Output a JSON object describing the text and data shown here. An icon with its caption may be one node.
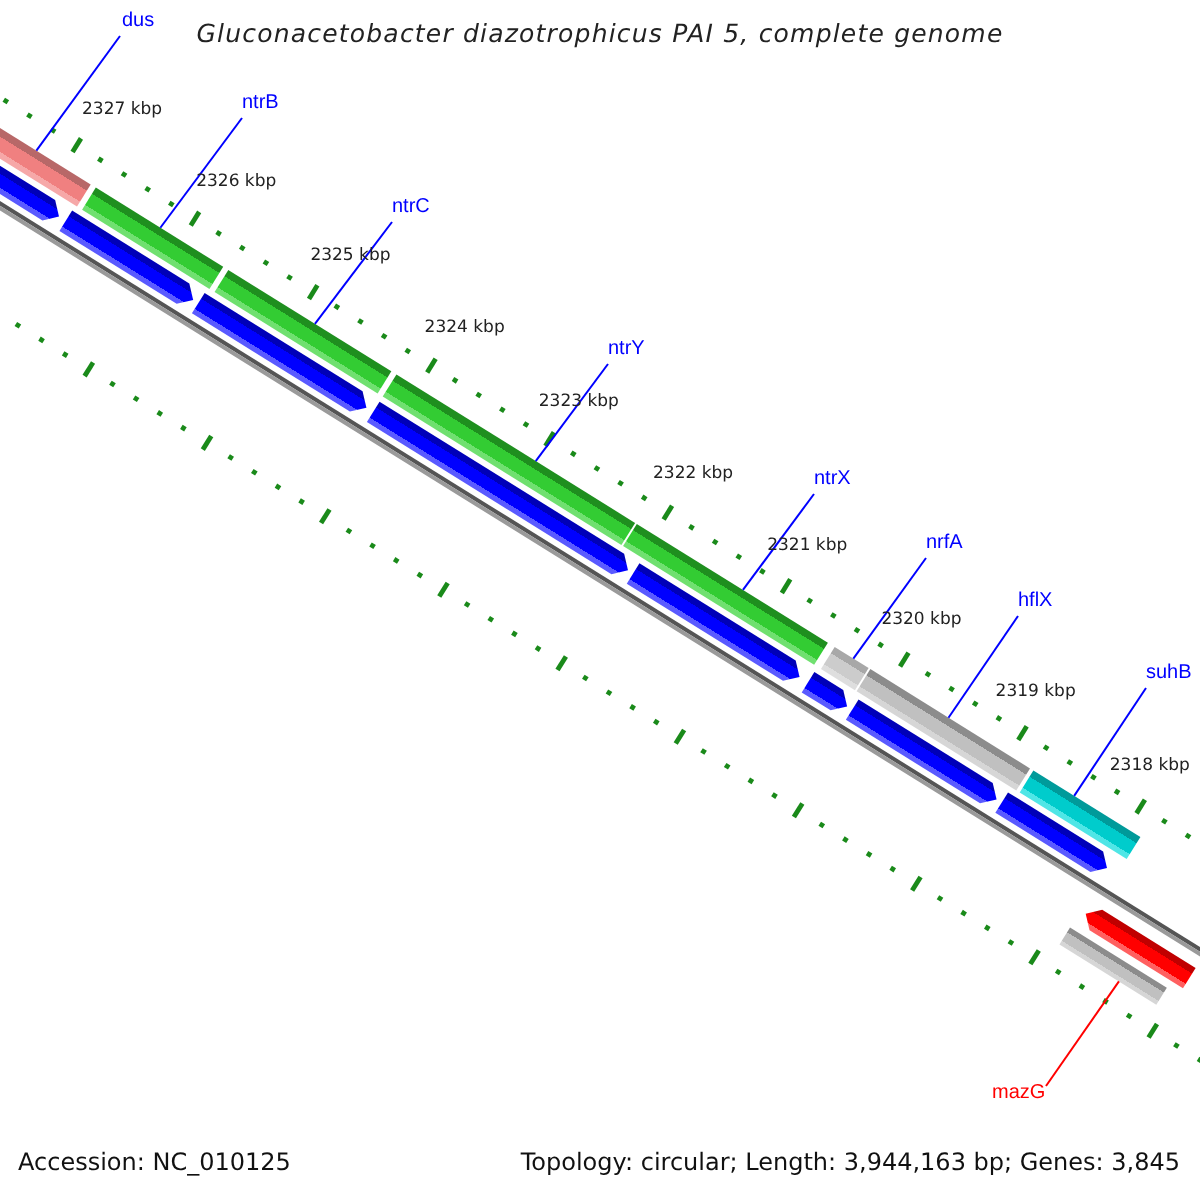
{
  "diagram": {
    "title": "Gluconacetobacter diazotrophicus PAI 5, complete genome",
    "nodes": [
      {
        "text": [
          "dus"
        ]
      },
      {
        "text": [
          "ntrB"
        ]
      },
      {
        "text": [
          "ntrC"
        ]
      },
      {
        "text": [
          "ntrY"
        ]
      },
      {
        "text": [
          "ntrX"
        ]
      },
      {
        "text": [
          "nrfA"
        ]
      },
      {
        "text": [
          "hflX"
        ]
      },
      {
        "text": [
          "suhB"
        ]
      },
      {
        "text": [
          "mazG"
        ]
      },
      {
        "text": [],
        "shape": "bar"
      },
      {
        "text": [],
        "shape": "bar"
      },
      {
        "text": [],
        "shape": "bar"
      },
      {
        "text": [],
        "shape": "bar"
      },
      {
        "text": [],
        "shape": "bar"
      },
      {
        "text": [],
        "shape": "bar"
      },
      {
        "text": [],
        "shape": "bar"
      },
      {
        "text": [],
        "shape": "bar"
      },
      {
        "text": [],
        "shape": "bar"
      },
      {
        "text": [],
        "shape": "pentagon"
      },
      {
        "text": [],
        "shape": "pentagon"
      },
      {
        "text": [],
        "shape": "pentagon"
      },
      {
        "text": [],
        "shape": "pentagon"
      },
      {
        "text": [],
        "shape": "pentagon"
      },
      {
        "text": [],
        "shape": "pentagon"
      },
      {
        "text": [],
        "shape": "pentagon"
      },
      {
        "text": [],
        "shape": "pentagon"
      },
      {
        "text": [],
        "shape": "pentagon"
      }
    ],
    "edges": [
      {
        "from": 0,
        "to": 9,
        "arrow": "none"
      },
      {
        "from": 1,
        "to": 10,
        "arrow": "none"
      },
      {
        "from": 2,
        "to": 11,
        "arrow": "none"
      },
      {
        "from": 3,
        "to": 12,
        "arrow": "none"
      },
      {
        "from": 4,
        "to": 13,
        "arrow": "none"
      },
      {
        "from": 5,
        "to": 14,
        "arrow": "none"
      },
      {
        "from": 6,
        "to": 15,
        "arrow": "none"
      },
      {
        "from": 7,
        "to": 16,
        "arrow": "none"
      },
      {
        "from": 8,
        "to": 17,
        "arrow": "none",
        "color": "#ff0000"
      }
    ],
    "labels": [
      "2327 kbp",
      "2326 kbp",
      "2325 kbp",
      "2324 kbp",
      "2323 kbp",
      "2322 kbp",
      "2321 kbp",
      "2320 kbp",
      "2319 kbp",
      "2318 kbp",
      "Accession: NC_010125",
      "Topology: circular; Length: 3,944,163 bp; Genes: 3,845"
    ]
  }
}
